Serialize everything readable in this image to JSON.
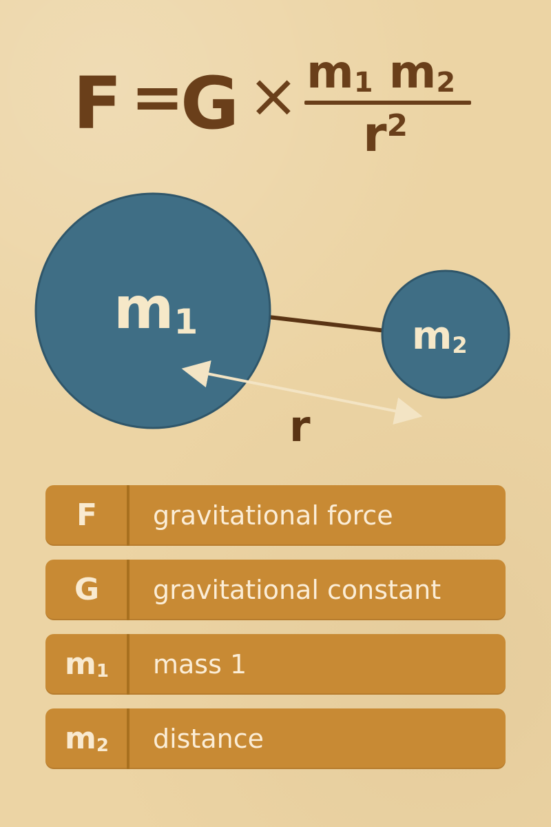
{
  "formula": {
    "F": "F",
    "equals": "=",
    "G": "G",
    "times": "×",
    "num_m": "m",
    "num_1": "1",
    "num_m2": "m",
    "num_2": "2",
    "den_r": "r",
    "den_exp": "2"
  },
  "diagram": {
    "mass1_letter": "m",
    "mass1_sub": "1",
    "mass2_letter": "m",
    "mass2_sub": "2",
    "distance_label": "r"
  },
  "legend": [
    {
      "symbol": "F",
      "symbol_sub": "",
      "description": "gravitational force"
    },
    {
      "symbol": "G",
      "symbol_sub": "",
      "description": "gravitational constant"
    },
    {
      "symbol": "m",
      "symbol_sub": "1",
      "description": "mass 1"
    },
    {
      "symbol": "m",
      "symbol_sub": "2",
      "description": "distance"
    }
  ],
  "colors": {
    "background": "#ecd4a4",
    "formula_text": "#6a3f1a",
    "mass_fill": "#3f6e85",
    "mass_stroke": "#2f566a",
    "mass_text": "#f6e8c8",
    "arrow": "#f3e4c4",
    "connector": "#5a3414",
    "legend_fill": "#c88a34",
    "legend_text": "#fbedd6"
  }
}
